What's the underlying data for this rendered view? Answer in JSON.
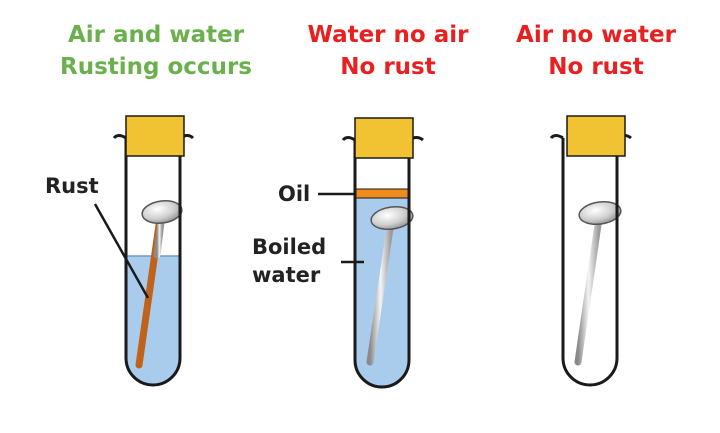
{
  "headings": [
    {
      "line1": "Air and water",
      "line2": "Rusting occurs",
      "color": "#6ab04c"
    },
    {
      "line1": "Water no air",
      "line2": "No rust",
      "color": "#e8201f"
    },
    {
      "line1": "Air no water",
      "line2": "No rust",
      "color": "#e8201f"
    }
  ],
  "labels": {
    "rust": "Rust",
    "oil": "Oil",
    "boiled_line1": "Boiled",
    "boiled_line2": "water"
  },
  "colors": {
    "stopper": "#f1c232",
    "water": "#a9cbec",
    "oil": "#f08c1c",
    "rust": "#c0621a",
    "nail": "#c8c8c8",
    "outline": "#1a1a1a"
  }
}
